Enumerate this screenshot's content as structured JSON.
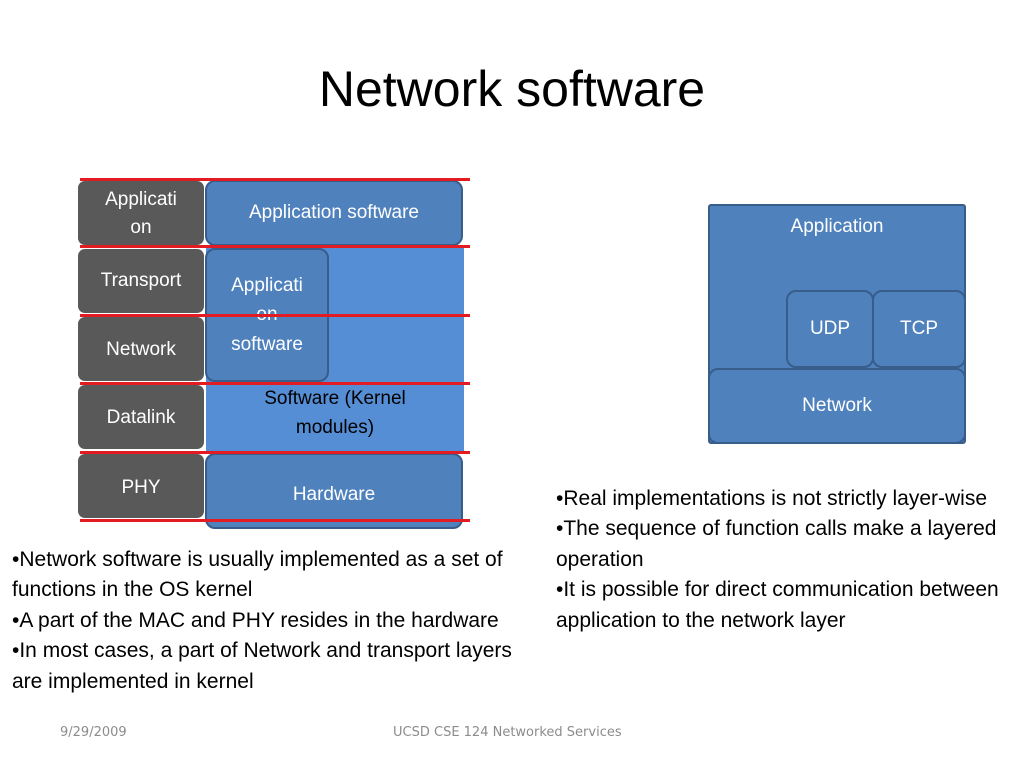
{
  "title": "Network software",
  "left_diagram": {
    "layers": [
      {
        "label": "Applicati\non"
      },
      {
        "label": "Transport"
      },
      {
        "label": "Network"
      },
      {
        "label": "Datalink"
      },
      {
        "label": "PHY"
      }
    ],
    "application_software": "Application software",
    "application_software_inner": "Applicati\non\nsoftware",
    "kernel_software": "Software (Kernel\nmodules)",
    "hardware": "Hardware"
  },
  "right_diagram": {
    "application": "Application",
    "udp": "UDP",
    "tcp": "TCP",
    "network": "Network"
  },
  "left_bullets": [
    "•Network software is usually implemented as a set of functions in the OS kernel",
    "•A part of the MAC and PHY resides in the hardware",
    "•In most cases, a part of Network and transport layers are implemented in kernel"
  ],
  "right_bullets": [
    "•Real implementations is not strictly layer-wise",
    "•The sequence of function calls make a layered operation",
    "•It is possible for direct communication between application to the network layer"
  ],
  "footer": {
    "date": "9/29/2009",
    "course": "UCSD CSE 124 Networked Services"
  },
  "colors": {
    "layer_gray": "#595959",
    "box_blue": "#4f81bd",
    "kernel_blue": "#558ed5",
    "divider_red": "#e31b23"
  }
}
